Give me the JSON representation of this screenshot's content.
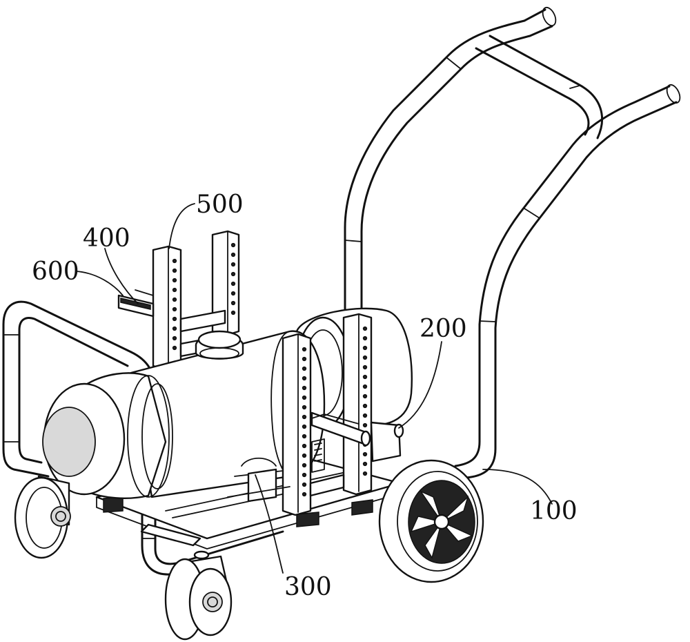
{
  "labels": {
    "frame": "100",
    "component_200": "200",
    "component_300": "300",
    "component_400": "400",
    "component_500": "500",
    "component_600": "600"
  }
}
